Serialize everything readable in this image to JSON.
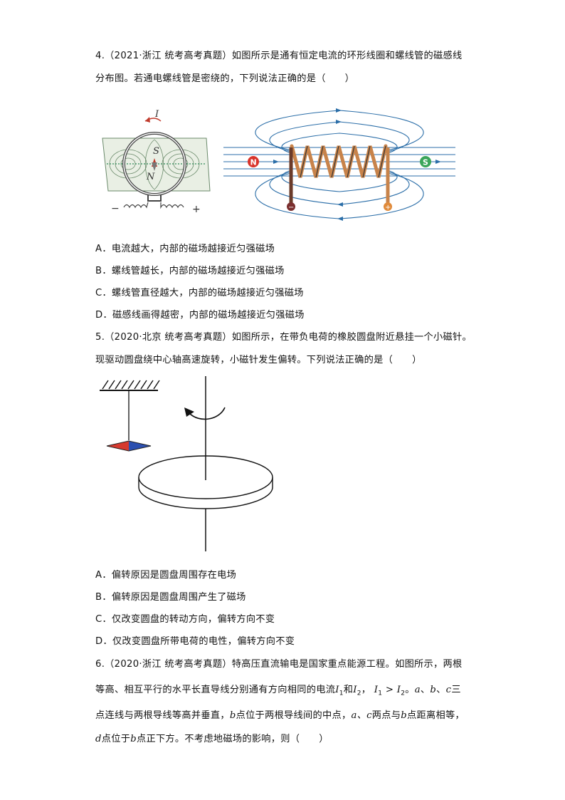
{
  "q4": {
    "stem_line1": "4.（2021·浙江 统考高考真题）如图所示是通有恒定电流的环形线圈和螺线管的磁感线",
    "stem_line2": "分布图。若通电螺线管是密绕的，下列说法正确的是（　　）",
    "figure_labels": {
      "current": "I",
      "south": "S",
      "north": "N",
      "minus": "−",
      "plus": "+",
      "pole_n": "N",
      "pole_s": "S"
    },
    "options": [
      "A．电流越大，内部的磁场越接近匀强磁场",
      "B．螺线管越长，内部的磁场越接近匀强磁场",
      "C．螺线管直径越大，内部的磁场越接近匀强磁场",
      "D．磁感线画得越密，内部的磁场越接近匀强磁场"
    ]
  },
  "q5": {
    "stem_line1": "5.（2020·北京 统考高考真题）如图所示，在带负电荷的橡胶圆盘附近悬挂一个小磁针。",
    "stem_line2": "现驱动圆盘绕中心轴高速旋转，小磁针发生偏转。下列说法正确的是（　　）",
    "options": [
      "A．偏转原因是圆盘周围存在电场",
      "B．偏转原因是圆盘周围产生了磁场",
      "C．仅改变圆盘的转动方向，偏转方向不变",
      "D．仅改变圆盘所带电荷的电性，偏转方向不变"
    ]
  },
  "q6": {
    "line1_prefix": "6.（2020·浙江 统考高考真题）特高压直流输电是国家重点能源工程。如图所示，两根",
    "line2_a": "等高、相互平行的水平长直导线分别通有方向相同的电流",
    "I1": "I",
    "sub1": "1",
    "and": "和",
    "I2": "I",
    "sub2": "2",
    "comma": "，",
    "relation": ">",
    "line2_b": "。",
    "a": "a",
    "sep1": "、",
    "b": "b",
    "sep2": "、",
    "c": "c",
    "tail2": "三",
    "line3_a": "点连线与两根导线等高并垂直，",
    "line3_b": "点位于两根导线间的中点，",
    "line3_c": "两点与",
    "line3_d": "点距离相等，",
    "ac": "a、c",
    "line4_a": "点位于",
    "line4_b": "点正下方。不考虑地磁场的影响，则（　　）",
    "d": "d"
  }
}
